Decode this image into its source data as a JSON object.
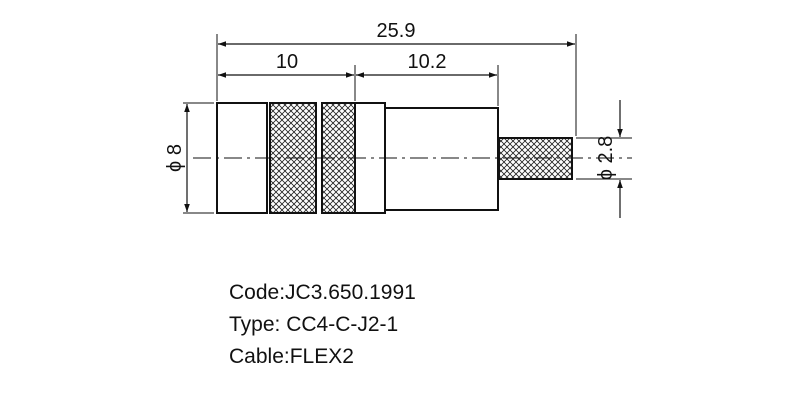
{
  "drawing": {
    "dimensions": {
      "overall_length": "25.9",
      "section_1": "10",
      "section_2": "10.2",
      "diameter_body": "ϕ 8",
      "diameter_tail": "ϕ 2.8"
    }
  },
  "info": {
    "code": {
      "label": "Code:",
      "value": "JC3.650.1991"
    },
    "type": {
      "label": "Type: ",
      "value": "CC4-C-J2-1"
    },
    "cable": {
      "label": "Cable:",
      "value": "FLEX2"
    }
  }
}
